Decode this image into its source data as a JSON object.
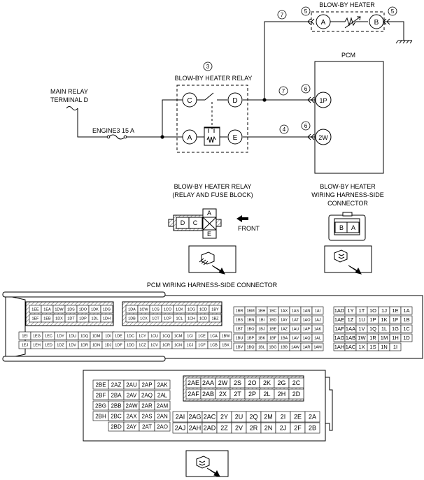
{
  "labels": {
    "bbh_top": "BLOW-BY HEATER",
    "relay_title": "BLOW-BY HEATER RELAY",
    "pcm_title": "PCM",
    "main_relay_1": "MAIN RELAY",
    "main_relay_2": "TERMINAL D",
    "fuse": "ENGINE3 15 A",
    "relay_block_1": "BLOW-BY HEATER RELAY",
    "relay_block_2": "(RELAY AND FUSE BLOCK)",
    "bbh_conn_1": "BLOW-BY HEATER",
    "bbh_conn_2": "WIRING HARNESS-SIDE",
    "bbh_conn_3": "CONNECTOR",
    "front": "FRONT",
    "pcm_conn_title": "PCM WIRING HARNESS-SIDE CONNECTOR"
  },
  "circle_nums": {
    "n3": "3",
    "n4": "4",
    "n5a": "5",
    "n5b": "5",
    "n6a": "6",
    "n6b": "6",
    "n7a": "7",
    "n7b": "7"
  },
  "terminals": {
    "c": "C",
    "d": "D",
    "a": "A",
    "e": "E",
    "ha": "A",
    "hb": "B",
    "p1": "1P",
    "p2": "2W"
  },
  "relay_conn": {
    "d": "D",
    "c": "C",
    "a": "A",
    "e": "E"
  },
  "heater_conn": {
    "b": "B",
    "a": "A"
  },
  "upper_left_a": [
    "1EE",
    "1EA",
    "1DW",
    "1DS",
    "1DO",
    "1DK",
    "1DG"
  ],
  "upper_left_b": [
    "1EF",
    "1EB",
    "1DX",
    "1DT",
    "1DP",
    "1DL",
    "1DH"
  ],
  "upper_left_c": [
    "1EI",
    "1EG",
    "1EC",
    "1DY",
    "1DU",
    "1DQ",
    "1DM",
    "1DI"
  ],
  "upper_left_d": [
    "1EJ",
    "1EH",
    "1ED",
    "1DZ",
    "1DV",
    "1DR",
    "1DN",
    "1DJ"
  ],
  "upper_mid_a": [
    "1DA",
    "1CW",
    "1CS",
    "1CO",
    "1CK",
    "1CG",
    "1CD",
    "1BY"
  ],
  "upper_mid_b": [
    "1DB",
    "1CX",
    "1CT",
    "1CP",
    "1CL",
    "1CH",
    "1CD",
    "1BZ"
  ],
  "upper_mid_c": [
    "1DE",
    "1DC",
    "1CY",
    "1CU",
    "1CQ",
    "1CM",
    "1CI",
    "1CE",
    "1CA",
    "1BW"
  ],
  "upper_mid_d": [
    "1DF",
    "1DD",
    "1CZ",
    "1CV",
    "1CR",
    "1CN",
    "1CJ",
    "1CF",
    "1CB",
    "1BX"
  ],
  "upper_r1_a": [
    "1BR",
    "1BM",
    "1BH",
    "1BC",
    "1AX",
    "1AS",
    "1AN",
    "1AI"
  ],
  "upper_r1_b": [
    "1BS",
    "1BN",
    "1BI",
    "1BD",
    "1AY",
    "1AT",
    "1AO",
    "1AJ"
  ],
  "upper_r1_c": [
    "1BT",
    "1BO",
    "1BJ",
    "1BE",
    "1AZ",
    "1AU",
    "1AP",
    "1AK"
  ],
  "upper_r1_d": [
    "1BU",
    "1BP",
    "1BK",
    "1BF",
    "1BA",
    "1AV",
    "1AQ",
    "1AL"
  ],
  "upper_r1_e": [
    "1BV",
    "1BQ",
    "1BL",
    "1BG",
    "1BB",
    "1AW",
    "1AR",
    "1AM"
  ],
  "upper_r2_a": [
    "1AD",
    "1Y",
    "1T",
    "1O",
    "1J",
    "1E",
    "1A"
  ],
  "upper_r2_b": [
    "1AE",
    "1Z",
    "1U",
    "1P",
    "1K",
    "1F",
    "1B"
  ],
  "upper_r2_c": [
    "1AF",
    "1AA",
    "1V",
    "1Q",
    "1L",
    "1G",
    "1C"
  ],
  "upper_r2_d": [
    "1AG",
    "1AB",
    "1W",
    "1R",
    "1M",
    "1H",
    "1D"
  ],
  "upper_r2_e": [
    "1AH",
    "1AC",
    "1X",
    "1S",
    "1N",
    "1I"
  ],
  "lower_l_a": [
    "2BE",
    "2AZ",
    "2AU",
    "2AP",
    "2AK"
  ],
  "lower_l_b": [
    "2BF",
    "2BA",
    "2AV",
    "2AQ",
    "2AL"
  ],
  "lower_l_c": [
    "2BG",
    "2BB",
    "2AW",
    "2AR",
    "2AM"
  ],
  "lower_l_d": [
    "2BH",
    "2BC",
    "2AX",
    "2AS",
    "2AN"
  ],
  "lower_l_e": [
    "2BD",
    "2AY",
    "2AT",
    "2AO"
  ],
  "lower_top_a": [
    "2AE",
    "2AA",
    "2W",
    "2S",
    "2O",
    "2K",
    "2G",
    "2C"
  ],
  "lower_top_b": [
    "2AF",
    "2AB",
    "2X",
    "2T",
    "2P",
    "2L",
    "2H",
    "2D"
  ],
  "lower_bot_a": [
    "2AI",
    "2AG",
    "2AC",
    "2Y",
    "2U",
    "2Q",
    "2M",
    "2I",
    "2E",
    "2A"
  ],
  "lower_bot_b": [
    "2AJ",
    "2AH",
    "2AD",
    "2Z",
    "2V",
    "2R",
    "2N",
    "2J",
    "2F",
    "2B"
  ]
}
